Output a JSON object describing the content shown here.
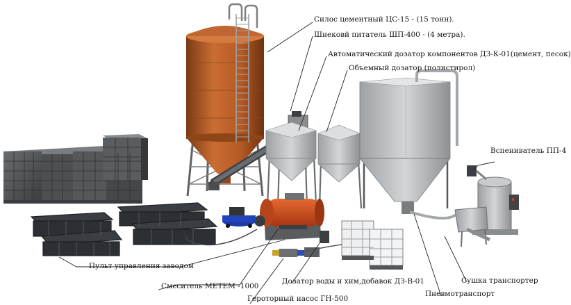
{
  "labels": {
    "silo": "Силос цементный ЦС-15 - (15 тонн).",
    "screw_feeder": "Шнековй питатель ШП-400 - (4 метра).",
    "auto_doser": "Автоматический дозатор компонентов ДЗ-К-01(цемент, песок)",
    "volume_doser": "Объемный дозатор  (полистирол)",
    "foamer": "Вспениватель ПП-4",
    "control_panel": "Пульт управления заводом",
    "mixer": "Смеситель МЕТЕМ -1000",
    "water_doser": "Дозатор воды и хим,добавок ДЗ-В-01",
    "dryer_conveyor": "Сушка транспортер",
    "pneumo": "Пневмотранспорт",
    "pump": "Героторный насос ГН-500"
  },
  "colors": {
    "silo": "#b9602a",
    "steel": "#b7b9bb",
    "frame": "#6f7275",
    "mixer": "#d24a1c",
    "block": "#4a4d50",
    "mold": "#33363a",
    "leader": "#222222"
  }
}
